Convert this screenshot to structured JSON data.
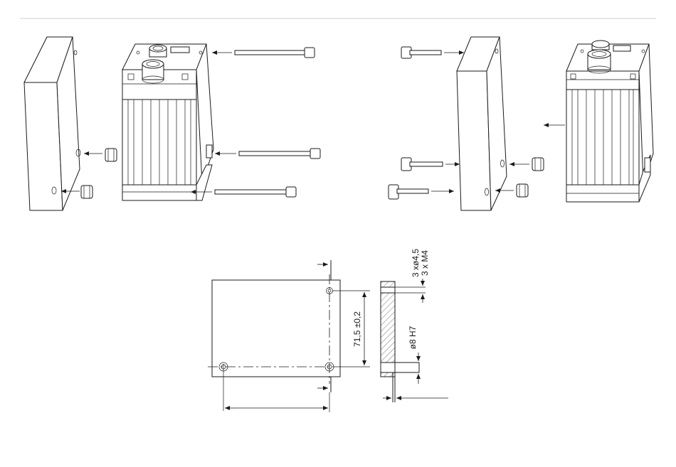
{
  "labels": {
    "height_dim": "71,5 ±0,2",
    "hole_dim_line1": "3 xø4,5",
    "hole_dim_line2": "3 x M4",
    "pin_dim": "ø8 H7"
  },
  "colors": {
    "line": "#1a1a1a",
    "background": "#ffffff",
    "header_rule": "#cfcfcf"
  }
}
